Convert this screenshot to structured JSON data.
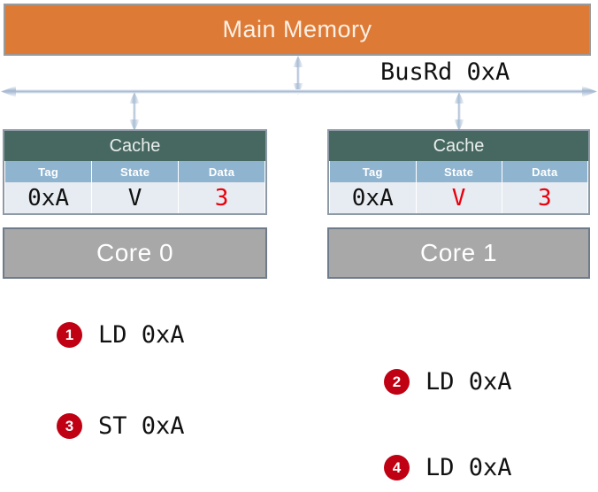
{
  "diagram": {
    "main_memory": {
      "label": "Main Memory",
      "color": "#dd7a36"
    },
    "bus": {
      "label": "BusRd 0xA",
      "arrow_color": "#b8c8dc"
    },
    "caches": [
      {
        "title": "Cache",
        "columns": [
          "Tag",
          "State",
          "Data"
        ],
        "row": {
          "tag": "0xA",
          "state": "V",
          "data": "3"
        },
        "highlight": {
          "tag": false,
          "state": false,
          "data": true
        },
        "header_color": "#476860",
        "column_header_color": "#8fb4d0"
      },
      {
        "title": "Cache",
        "columns": [
          "Tag",
          "State",
          "Data"
        ],
        "row": {
          "tag": "0xA",
          "state": "V",
          "data": "3"
        },
        "highlight": {
          "tag": false,
          "state": true,
          "data": true
        },
        "header_color": "#476860",
        "column_header_color": "#8fb4d0"
      }
    ],
    "cores": [
      {
        "label": "Core 0",
        "color": "#a8a8a8"
      },
      {
        "label": "Core 1",
        "color": "#a8a8a8"
      }
    ],
    "highlight_color": "#e8000d"
  },
  "steps": [
    {
      "number": "1",
      "text": "LD 0xA"
    },
    {
      "number": "2",
      "text": "LD 0xA"
    },
    {
      "number": "3",
      "text": "ST 0xA"
    },
    {
      "number": "4",
      "text": "LD 0xA"
    }
  ],
  "badge_color": "#c00013"
}
